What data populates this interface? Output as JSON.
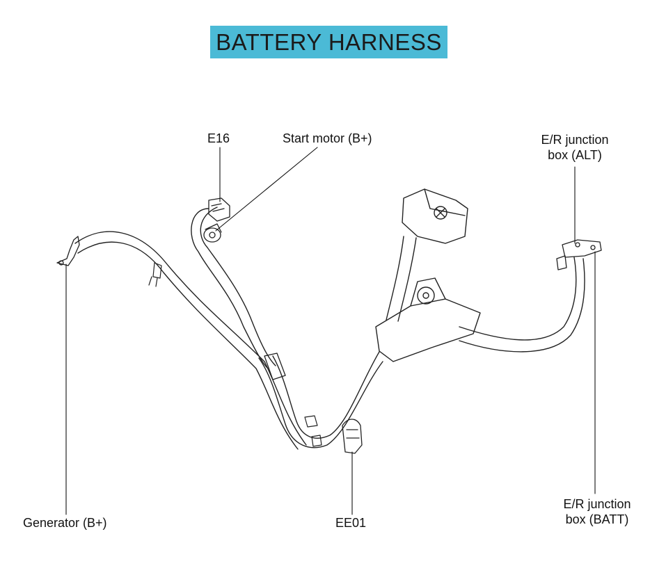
{
  "title": "BATTERY HARNESS",
  "labels": {
    "e16": "E16",
    "start_motor": "Start motor (B+)",
    "er_alt_line1": "E/R junction",
    "er_alt_line2": "box (ALT)",
    "generator": "Generator (B+)",
    "ee01": "EE01",
    "er_batt_line1": "E/R junction",
    "er_batt_line2": "box (BATT)"
  }
}
